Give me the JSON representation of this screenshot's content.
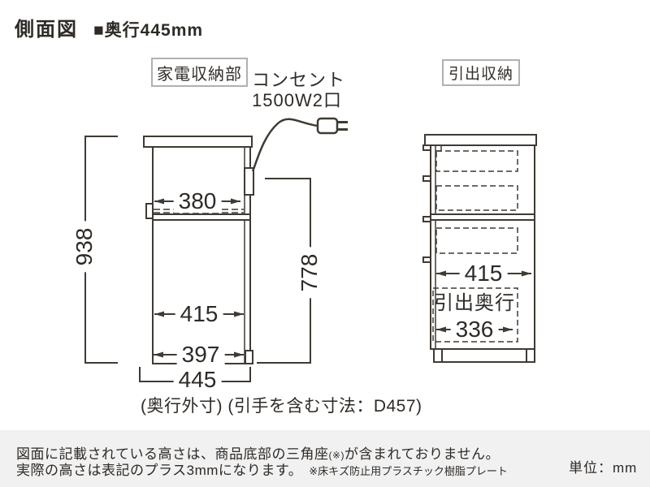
{
  "header": {
    "title": "側面図",
    "subtitle": "■奥行445mm"
  },
  "labels": {
    "appliance_section": "家電収納部",
    "outlet_line1": "コンセント",
    "outlet_line2": "1500W2口",
    "drawer_section": "引出収納"
  },
  "left_unit": {
    "overall_height": "938",
    "lower_inner_height": "778",
    "slide_shelf_width": "380",
    "inner_depth": "415",
    "bottom_inner_depth": "397",
    "outer_depth": "445",
    "caption": "(奥行外寸) (引手を含む寸法：D457)"
  },
  "right_unit": {
    "inner_depth": "415",
    "drawer_depth_label": "引出奥行",
    "drawer_depth": "336"
  },
  "footer": {
    "note_line1_pre": "図面に記載されている高さは、商品底部の三角座",
    "note_line1_ref": "(※)",
    "note_line1_post": "が含まれておりません。",
    "note_line2": "実際の高さは表記のプラス3mmになります。",
    "note_line2_ref": "※床キズ防止用プラスチック樹脂プレート",
    "unit_label": "単位：mm"
  },
  "colors": {
    "line": "#3f3a33",
    "text": "#2e2a26",
    "box_border": "#b3b0ad",
    "footer_band": "#f1f1f1"
  }
}
